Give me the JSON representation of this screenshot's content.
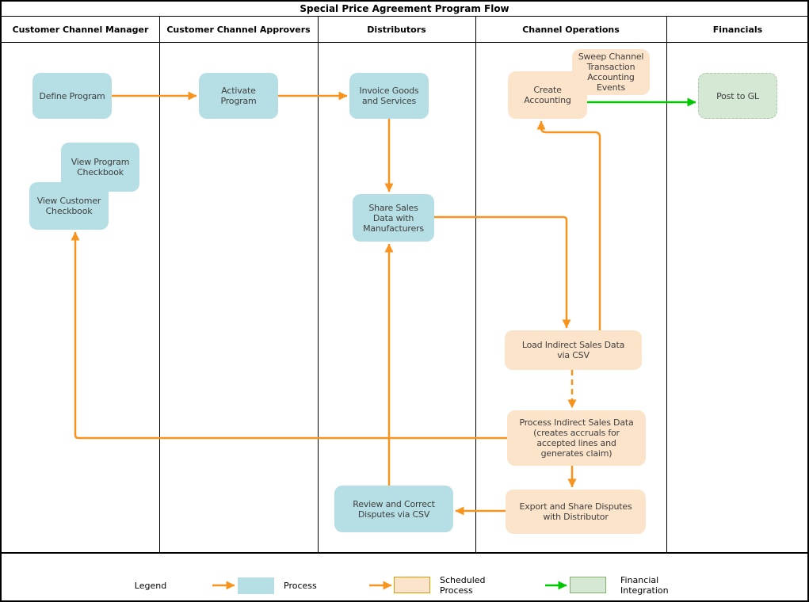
{
  "title": "Special Price Agreement Program Flow",
  "lanes": [
    {
      "label": "Customer Channel Manager"
    },
    {
      "label": "Customer Channel Approvers"
    },
    {
      "label": "Distributors"
    },
    {
      "label": "Channel Operations"
    },
    {
      "label": "Financials"
    }
  ],
  "nodes": {
    "define_program": {
      "label": "Define Program",
      "type": "process"
    },
    "activate_program": {
      "label": "Activate\nProgram",
      "type": "process"
    },
    "view_program_checkbook": {
      "label": "View Program\nCheckbook",
      "type": "process"
    },
    "view_customer_checkbook": {
      "label": "View Customer\nCheckbook",
      "type": "process"
    },
    "invoice_goods": {
      "label": "Invoice Goods\nand Services",
      "type": "process"
    },
    "share_sales": {
      "label": "Share Sales\nData with\nManufacturers",
      "type": "process"
    },
    "review_disputes": {
      "label": "Review and Correct\nDisputes via CSV",
      "type": "process"
    },
    "sweep_channel": {
      "label": "Sweep Channel\nTransaction\nAccounting\nEvents",
      "type": "scheduled"
    },
    "create_accounting": {
      "label": "Create\nAccounting",
      "type": "scheduled"
    },
    "load_indirect": {
      "label": "Load Indirect Sales Data\nvia CSV",
      "type": "scheduled"
    },
    "process_indirect": {
      "label": "Process Indirect Sales Data\n(creates accruals for\naccepted lines and\ngenerates claim)",
      "type": "scheduled"
    },
    "export_disputes": {
      "label": "Export and Share Disputes\nwith Distributor",
      "type": "scheduled"
    },
    "post_to_gl": {
      "label": "Post to GL",
      "type": "financial"
    }
  },
  "edges": [
    {
      "from": "define_program",
      "to": "activate_program",
      "style": "flow"
    },
    {
      "from": "activate_program",
      "to": "invoice_goods",
      "style": "flow"
    },
    {
      "from": "invoice_goods",
      "to": "share_sales",
      "style": "flow"
    },
    {
      "from": "share_sales",
      "to": "load_indirect",
      "style": "flow"
    },
    {
      "from": "load_indirect",
      "to": "create_accounting",
      "style": "flow"
    },
    {
      "from": "create_accounting",
      "to": "post_to_gl",
      "style": "financial-integration"
    },
    {
      "from": "load_indirect",
      "to": "process_indirect",
      "style": "flow-dashed"
    },
    {
      "from": "process_indirect",
      "to": "export_disputes",
      "style": "flow"
    },
    {
      "from": "export_disputes",
      "to": "review_disputes",
      "style": "flow"
    },
    {
      "from": "review_disputes",
      "to": "share_sales",
      "style": "flow"
    },
    {
      "from": "process_indirect",
      "to": "view_customer_checkbook",
      "style": "flow"
    }
  ],
  "legend": {
    "title": "Legend",
    "process_label": "Process",
    "scheduled_label": "Scheduled\nProcess",
    "financial_label": "Financial\nIntegration"
  },
  "colors": {
    "process_fill": "#B5DFE4",
    "scheduled_fill": "#FCE4CA",
    "scheduled_border": "#D79B00",
    "financial_fill": "#D5E8D4",
    "financial_border": "#82B366",
    "flow_arrow": "#F7941E",
    "integration_arrow": "#00C800"
  }
}
